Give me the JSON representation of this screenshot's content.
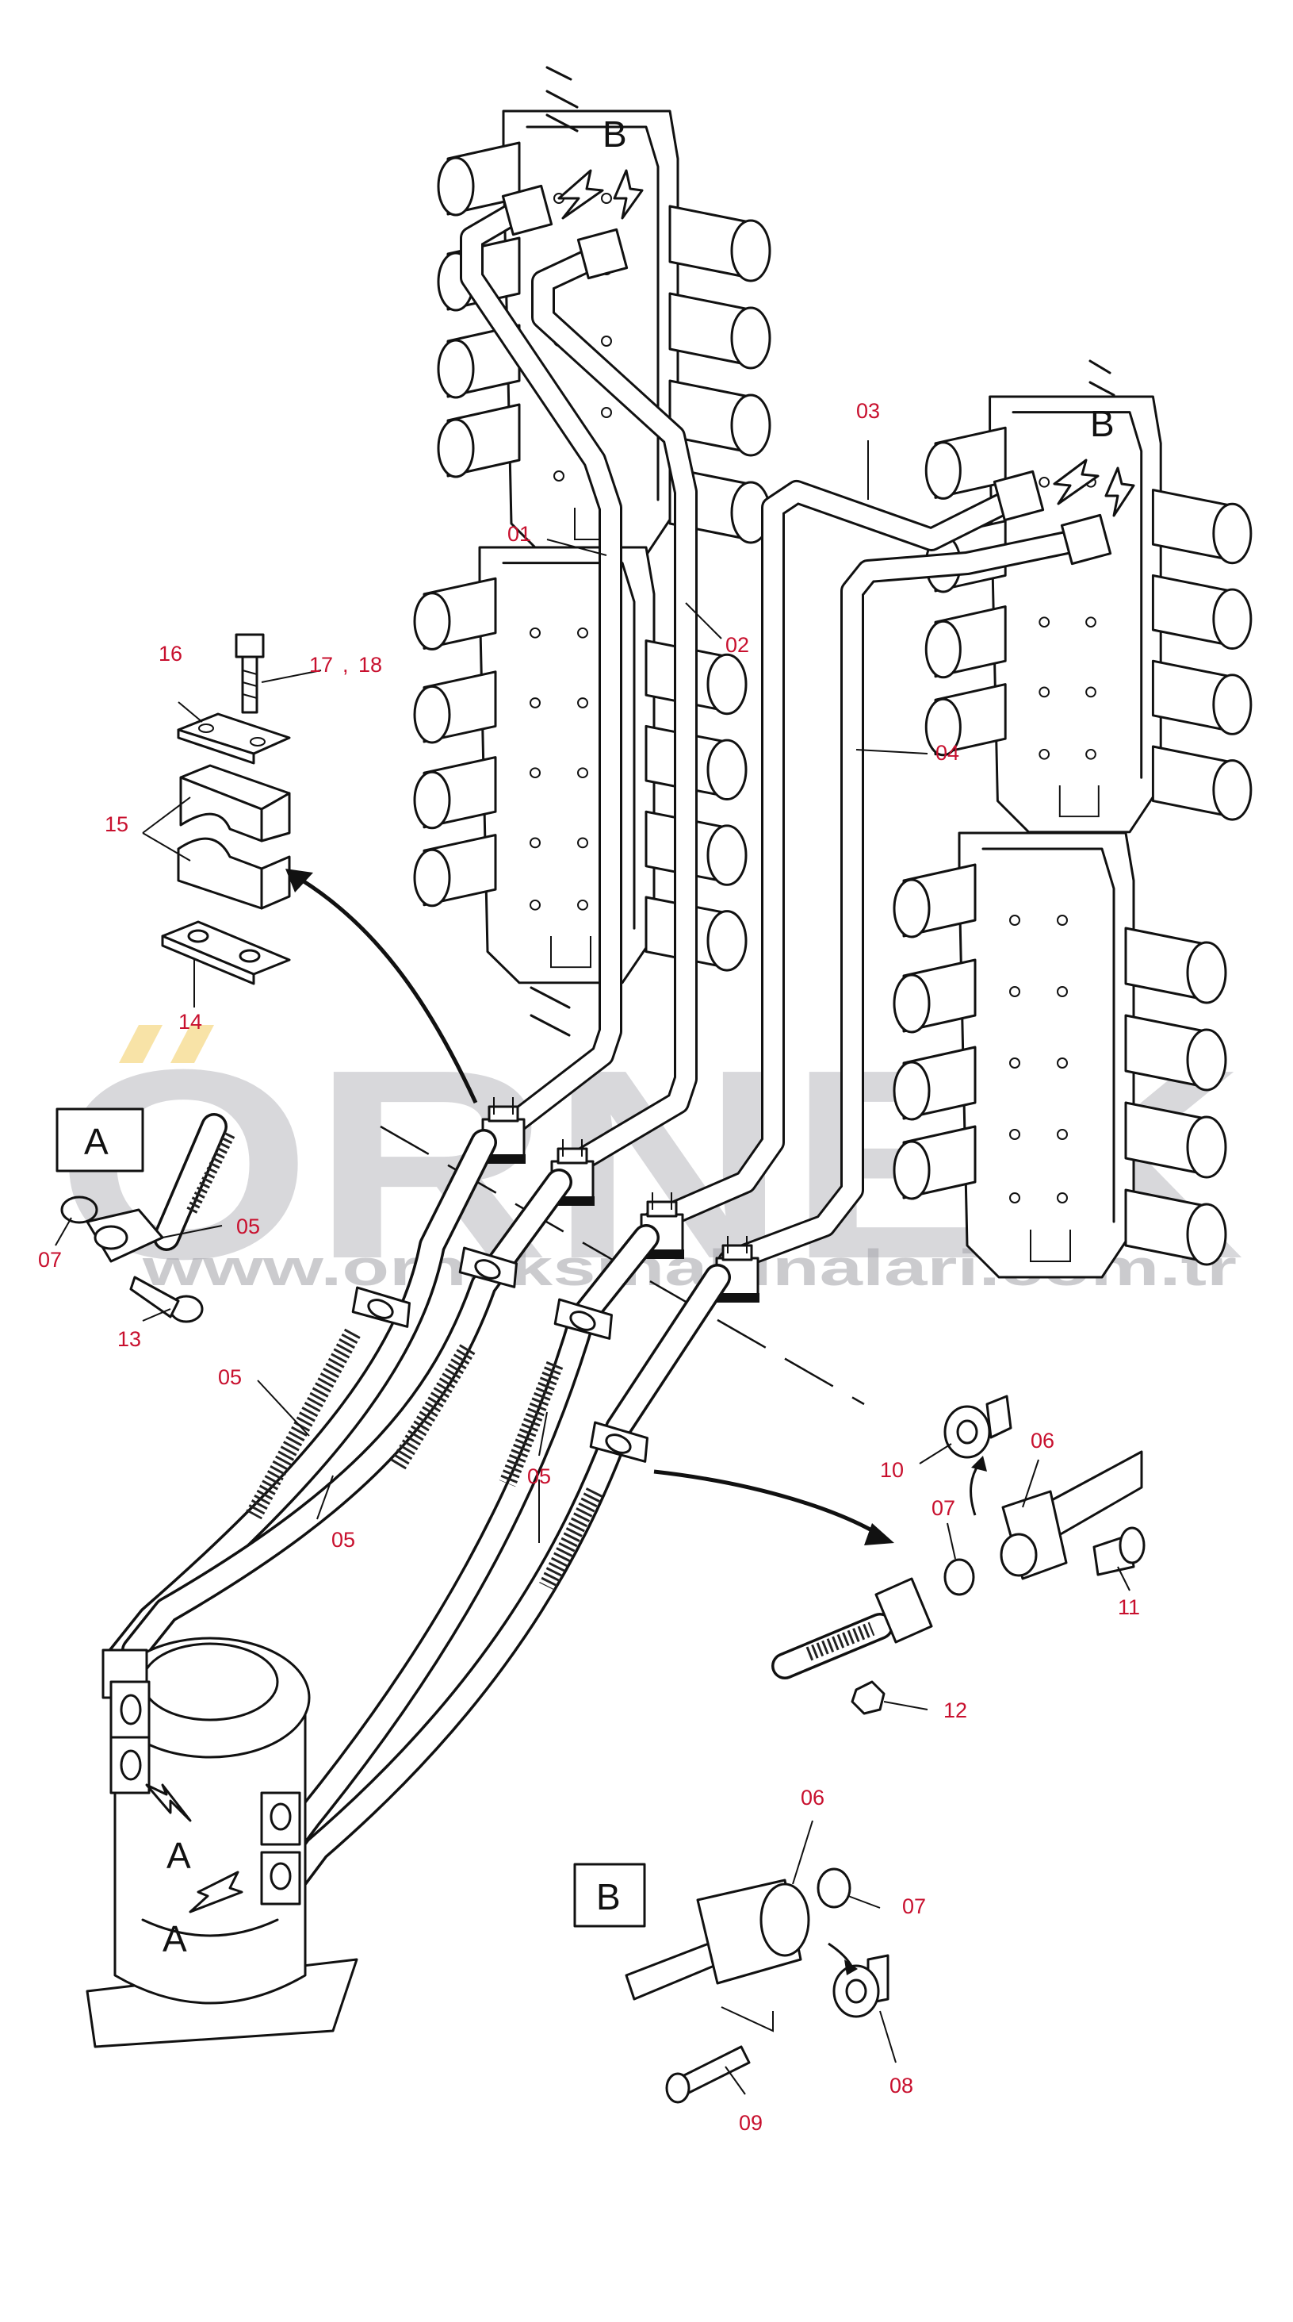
{
  "watermark": {
    "brand": "ORNEK",
    "url": "www.orneksmakinalari.com.tr"
  },
  "view_labels": [
    {
      "id": "view-box-a",
      "text": "A"
    },
    {
      "id": "view-box-b",
      "text": "B"
    },
    {
      "id": "arrow-b-top",
      "text": "B"
    },
    {
      "id": "arrow-b-right",
      "text": "B"
    },
    {
      "id": "arrow-a-1",
      "text": "A"
    },
    {
      "id": "arrow-a-2",
      "text": "A"
    }
  ],
  "part_labels": [
    {
      "id": "p01",
      "text": "01"
    },
    {
      "id": "p02",
      "text": "02"
    },
    {
      "id": "p03",
      "text": "03"
    },
    {
      "id": "p04",
      "text": "04"
    },
    {
      "id": "p16",
      "text": "16"
    },
    {
      "id": "p17",
      "text": "17"
    },
    {
      "id": "p18",
      "text": "18"
    },
    {
      "id": "p15",
      "text": "15"
    },
    {
      "id": "p14",
      "text": "14"
    },
    {
      "id": "p05a",
      "text": "05"
    },
    {
      "id": "p07a",
      "text": "07"
    },
    {
      "id": "p13",
      "text": "13"
    },
    {
      "id": "p05b",
      "text": "05"
    },
    {
      "id": "p05c",
      "text": "05"
    },
    {
      "id": "p05d",
      "text": "05"
    },
    {
      "id": "p10",
      "text": "10"
    },
    {
      "id": "p06a",
      "text": "06"
    },
    {
      "id": "p07b",
      "text": "07"
    },
    {
      "id": "p11",
      "text": "11"
    },
    {
      "id": "p12",
      "text": "12"
    },
    {
      "id": "p06b",
      "text": "06"
    },
    {
      "id": "p07c",
      "text": "07"
    },
    {
      "id": "p08",
      "text": "08"
    },
    {
      "id": "p09",
      "text": "09"
    }
  ],
  "separators": {
    "comma": ","
  }
}
